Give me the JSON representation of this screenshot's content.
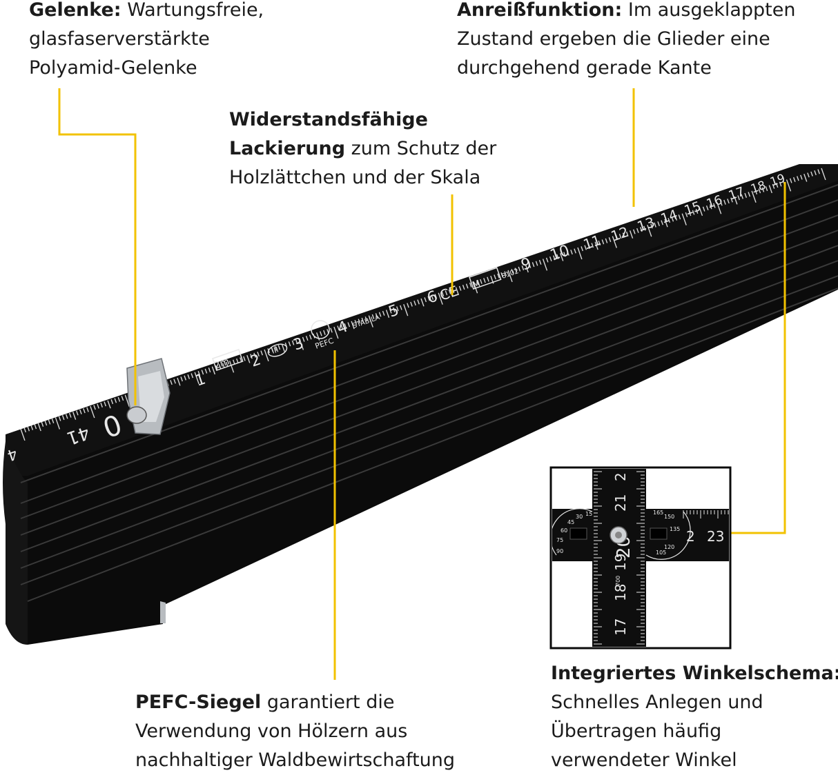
{
  "callouts": {
    "gelenke": {
      "bold": "Gelenke:",
      "line1": " Wartungsfreie,",
      "line2": "glasfaserverstärkte",
      "line3": "Polyamid-Gelenke"
    },
    "anreiss": {
      "bold": "Anreißfunktion:",
      "line1": " Im ausgeklappten",
      "line2": "Zustand ergeben die Glieder eine",
      "line3": "durchgehend gerade Kante"
    },
    "lackierung": {
      "bold1": "Widerstandsfähige",
      "bold2": "Lackierung",
      "line2": " zum Schutz der",
      "line3": "Holzlättchen und der Skala"
    },
    "pefc": {
      "bold": "PEFC-Siegel",
      "line1": " garantiert die",
      "line2": "Verwendung von Hölzern aus",
      "line3": "nachhaltiger Waldbewirtschaftung"
    },
    "winkel": {
      "bold": "Integriertes Winkelschema:",
      "line2": "Schnelles Anlegen und",
      "line3": "Übertragen häufig",
      "line4": "verwendeter Winkel"
    }
  },
  "ruler": {
    "scale_numbers": [
      "1",
      "2",
      "3",
      "4",
      "5",
      "6",
      "9",
      "10",
      "11",
      "12",
      "13",
      "14",
      "15",
      "16",
      "17",
      "18",
      "19"
    ],
    "end_numbers": [
      "0",
      "41",
      "4"
    ],
    "marks": [
      "2m",
      "PEFC",
      "STABILA",
      "CE",
      "M",
      "III",
      "8102"
    ]
  },
  "inset": {
    "vertical_numbers": [
      "17",
      "18",
      "19",
      "20",
      "21",
      "2"
    ],
    "horizontal_numbers": [
      "2",
      "23"
    ],
    "angle_labels": [
      "15",
      "30",
      "45",
      "60",
      "75",
      "90",
      "105",
      "120",
      "135",
      "150",
      "165"
    ],
    "small_mark": "700"
  },
  "colors": {
    "leader": "#f2c200",
    "ruler": "#0e0e0e",
    "scale_text": "#e8e8e8",
    "background": "#ffffff"
  }
}
